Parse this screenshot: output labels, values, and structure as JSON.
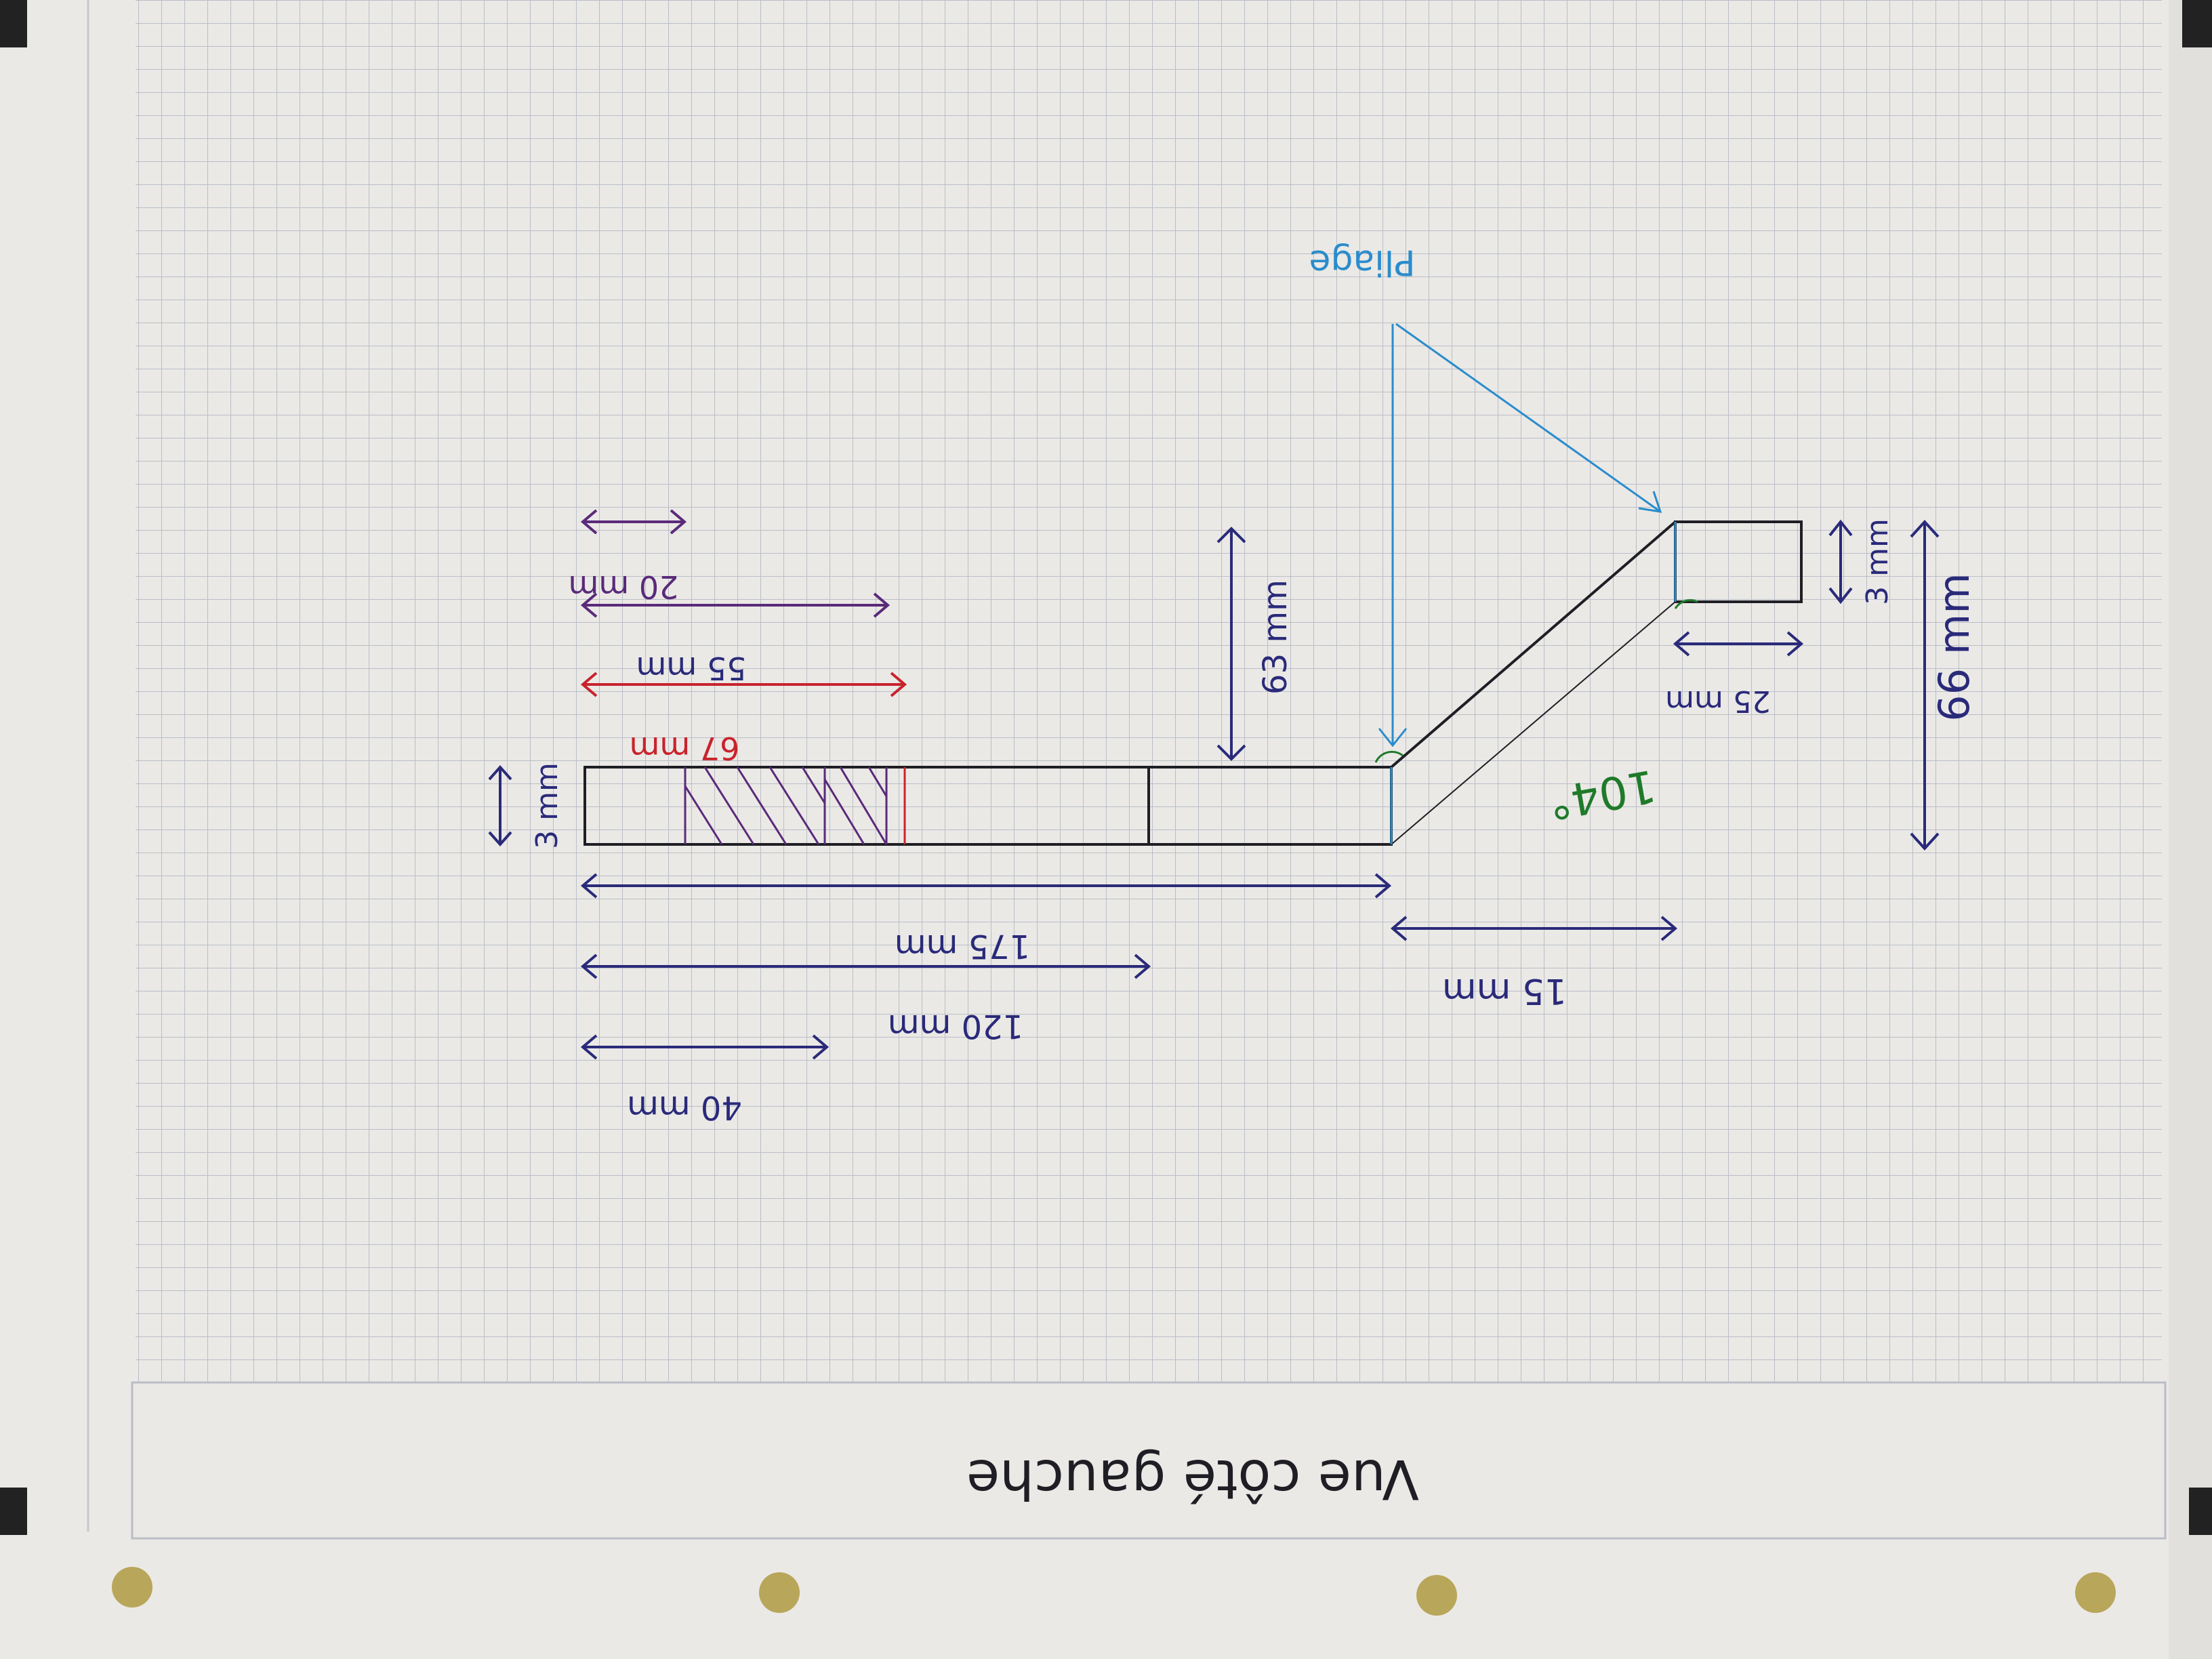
{
  "title": "Vue côté gauche",
  "labels": {
    "pliage": "Pliage",
    "angle": "104°",
    "dim_3mm_left": "3 mm",
    "dim_63mm": "63 mm",
    "dim_67mm": "67 mm",
    "dim_55mm": "55 mm",
    "dim_20mm": "20 mm",
    "dim_175mm": "175 mm",
    "dim_120mm": "120 mm",
    "dim_40mm": "40 mm",
    "dim_15mm": "15 mm",
    "dim_25mm": "25 mm",
    "dim_3mm_right": "3 mm",
    "dim_66mm": "66 mm"
  },
  "colors": {
    "paper": "#ebe9e6",
    "grid": "#b9bec6",
    "outline": "#1e1e24",
    "blue": "#2a2a7a",
    "red": "#c8232c",
    "purple": "#5a2a7a",
    "green": "#1f7a2a",
    "cyan": "#2a8ccc"
  }
}
